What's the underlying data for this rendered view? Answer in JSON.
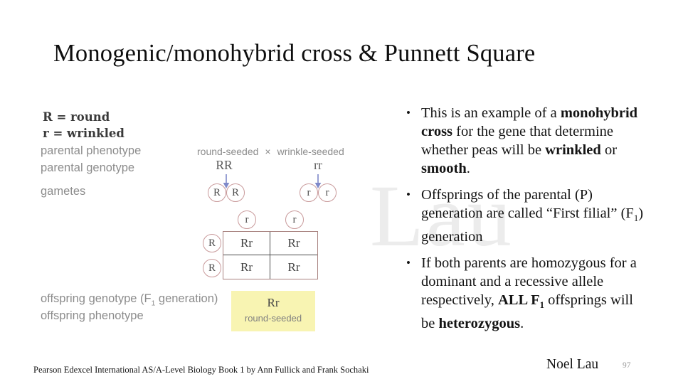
{
  "slide": {
    "title": "Monogenic/monohybrid cross & Punnett Square",
    "watermark": "Lau",
    "footer_citation": "Pearson Edexcel International AS/A-Level Biology Book 1 by Ann Fullick and Frank Sochaki",
    "footer_author": "Noel Lau",
    "page_number": "97"
  },
  "bullet_marker": "•",
  "icons": {
    "gamete_arrow": "down-arrow"
  },
  "diagram": {
    "key": [
      "R = round",
      "r = wrinkled"
    ],
    "row_labels": {
      "parental_phenotype": "parental phenotype",
      "parental_genotype": "parental genotype",
      "gametes": "gametes",
      "offspring_genotype_runs": [
        {
          "t": "offspring genotype (F"
        },
        {
          "t": "1",
          "sub": true
        },
        {
          "t": " generation)"
        }
      ],
      "offspring_phenotype": "offspring phenotype"
    },
    "cross": {
      "left_phenotype": "round-seeded",
      "cross_symbol": "×",
      "right_phenotype": "wrinkle-seeded",
      "left_genotype": "RR",
      "right_genotype": "rr",
      "left_gametes": [
        "R",
        "R"
      ],
      "right_gametes": [
        "r",
        "r"
      ]
    },
    "punnett": {
      "col_headers": [
        "r",
        "r"
      ],
      "row_headers": [
        "R",
        "R"
      ],
      "cells": [
        [
          "Rr",
          "Rr"
        ],
        [
          "Rr",
          "Rr"
        ]
      ]
    },
    "result": {
      "genotype": "Rr",
      "phenotype": "round-seeded"
    },
    "colors": {
      "circle_outline": "#c99a9b",
      "arrow": "#7f89c9",
      "grid_outer": "#a8827f",
      "grid_inner": "#4a4a4a",
      "result_bg": "#f8f4b2",
      "label_gray": "#8c8c8c"
    }
  },
  "bullets": [
    {
      "runs": [
        {
          "t": "This is an example of a "
        },
        {
          "t": "monohybrid cross",
          "b": true
        },
        {
          "t": " for the gene that determine whether peas will be "
        },
        {
          "t": "wrinkled",
          "b": true
        },
        {
          "t": " or "
        },
        {
          "t": "smooth",
          "b": true
        },
        {
          "t": "."
        }
      ]
    },
    {
      "runs": [
        {
          "t": "Offsprings of the parental (P) generation are called “First filial” (F"
        },
        {
          "t": "1",
          "sub": true
        },
        {
          "t": ") generation"
        }
      ]
    },
    {
      "runs": [
        {
          "t": "If both parents are homozygous for a dominant and a recessive allele respectively, "
        },
        {
          "t": "ALL F",
          "b": true
        },
        {
          "t": "1",
          "b": true,
          "sub": true
        },
        {
          "t": " offsprings will be "
        },
        {
          "t": "heterozygous",
          "b": true
        },
        {
          "t": "."
        }
      ]
    }
  ]
}
